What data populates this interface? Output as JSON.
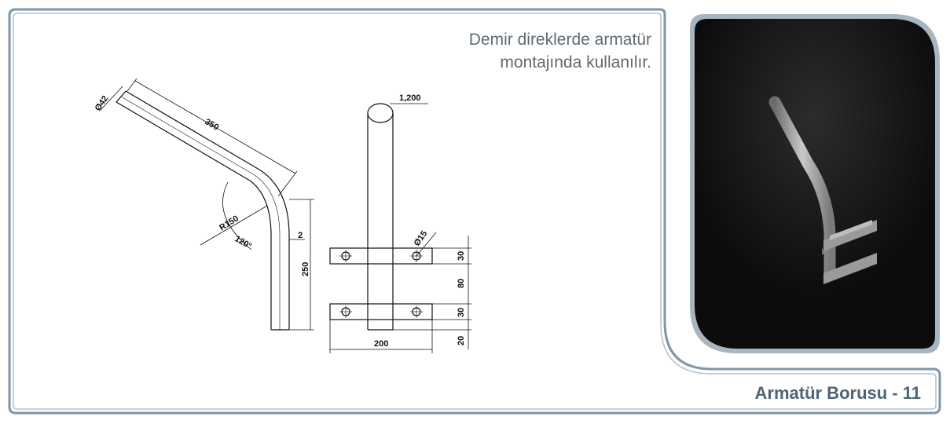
{
  "description": {
    "line1": "Demir direklerde armatür",
    "line2": "montajında kullanılır."
  },
  "product_title": "Armatür Borusu - 11",
  "dimensions": {
    "diameter_pipe": "Ø42",
    "arm_length": "350",
    "radius": "R150",
    "angle": "120°",
    "offset": "2",
    "vertical_length": "250",
    "wall": "1,200",
    "hole": "Ø15",
    "plate_width": "200",
    "gap_top": "30",
    "gap_mid": "80",
    "gap_bottom": "30",
    "gap_end": "20"
  },
  "colors": {
    "frame": "#7f95a6",
    "title": "#4f6474",
    "photo_bg": "#141414"
  },
  "photo_icon": "bracket-pipe-photo"
}
